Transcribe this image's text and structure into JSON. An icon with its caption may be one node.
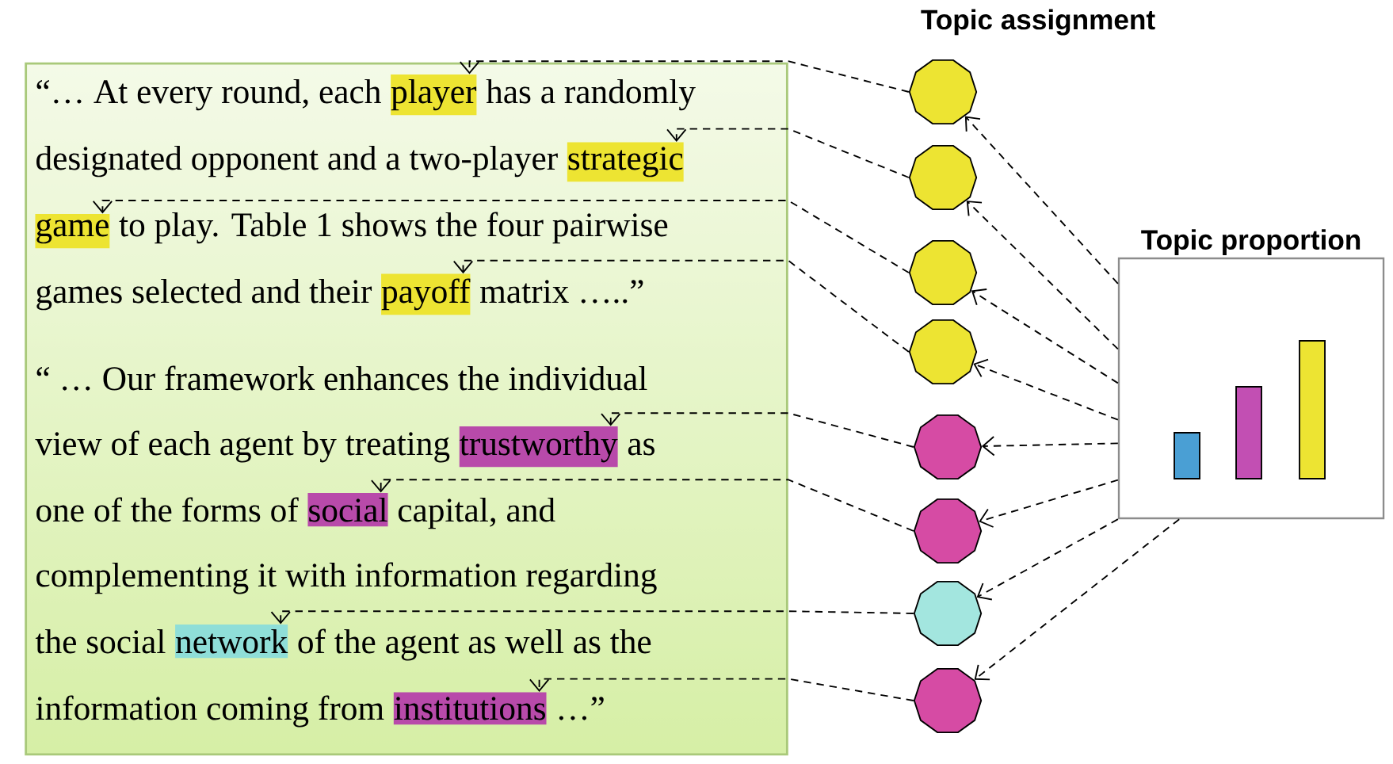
{
  "diagram": {
    "nodes": [
      {
        "text": [],
        "shape": "box"
      },
      {
        "text": [
          "player"
        ],
        "in": 0
      },
      {
        "text": [
          "strategic"
        ],
        "in": 0
      },
      {
        "text": [
          "game"
        ],
        "in": 0
      },
      {
        "text": [
          "payoff"
        ],
        "in": 0
      },
      {
        "text": [
          "trustworthy"
        ],
        "in": 0
      },
      {
        "text": [
          "social"
        ],
        "in": 0
      },
      {
        "text": [
          "network"
        ],
        "in": 0
      },
      {
        "text": [
          "institutions"
        ],
        "in": 0
      },
      {
        "text": [],
        "shape": "polygon"
      },
      {
        "text": [],
        "shape": "polygon"
      },
      {
        "text": [],
        "shape": "polygon"
      },
      {
        "text": [],
        "shape": "polygon"
      },
      {
        "text": [],
        "shape": "polygon"
      },
      {
        "text": [],
        "shape": "polygon"
      },
      {
        "text": [],
        "shape": "polygon"
      },
      {
        "text": [],
        "shape": "polygon"
      },
      {
        "text": [
          "Topic proportion"
        ]
      }
    ],
    "edges": [
      {
        "from": 9,
        "to": 1,
        "arrow": "to",
        "style": "dashed"
      },
      {
        "from": 10,
        "to": 2,
        "arrow": "to",
        "style": "dashed"
      },
      {
        "from": 11,
        "to": 3,
        "arrow": "to",
        "style": "dashed"
      },
      {
        "from": 12,
        "to": 4,
        "arrow": "to",
        "style": "dashed"
      },
      {
        "from": 13,
        "to": 5,
        "arrow": "to",
        "style": "dashed"
      },
      {
        "from": 14,
        "to": 6,
        "arrow": "to",
        "style": "dashed"
      },
      {
        "from": 15,
        "to": 7,
        "arrow": "to",
        "style": "dashed"
      },
      {
        "from": 16,
        "to": 8,
        "arrow": "to",
        "style": "dashed"
      },
      {
        "from": 17,
        "to": 9,
        "arrow": "to",
        "style": "dashed"
      },
      {
        "from": 17,
        "to": 10,
        "arrow": "to",
        "style": "dashed"
      },
      {
        "from": 17,
        "to": 11,
        "arrow": "to",
        "style": "dashed"
      },
      {
        "from": 17,
        "to": 12,
        "arrow": "to",
        "style": "dashed"
      },
      {
        "from": 17,
        "to": 13,
        "arrow": "to",
        "style": "dashed"
      },
      {
        "from": 17,
        "to": 14,
        "arrow": "to",
        "style": "dashed"
      },
      {
        "from": 17,
        "to": 15,
        "arrow": "to",
        "style": "dashed"
      },
      {
        "from": 17,
        "to": 16,
        "arrow": "to",
        "style": "dashed"
      }
    ],
    "labels": [
      "Topic assignment",
      "“… At every round, each",
      "has a randomly",
      "designated opponent and a two-player",
      "to play. Table 1 shows the four pairwise",
      "games selected and their",
      "matrix …..”",
      "“ … Our framework enhances the individual",
      "view of each agent by treating",
      "as",
      "one of the forms of",
      "capital, and",
      "complementing it with information regarding",
      "the social",
      "of the agent as well as the",
      "information coming from",
      "…”"
    ]
  }
}
